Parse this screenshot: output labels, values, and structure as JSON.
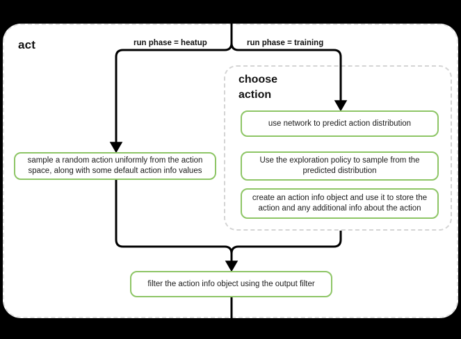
{
  "diagram": {
    "title": "act",
    "subgroup_title": "choose\naction",
    "edge_labels": {
      "left": "run phase = heatup",
      "right": "run phase = training"
    },
    "nodes": {
      "sample_random": "sample a random action uniformly from the action space, along with some default action info values",
      "use_network": "use network to predict action distribution",
      "exploration_policy": "Use the exploration policy to sample from the predicted distribution",
      "create_action_info": "create an action info object and use it to store the action and any additional info about the action",
      "filter_output": "filter the action info object using the output filter"
    },
    "colors": {
      "node_border": "#8dc565",
      "node_fill": "#ffffff",
      "container_border": "#e0e0e0",
      "subgroup_border": "#d4d4d4",
      "connector": "#000000",
      "canvas": "#ffffff",
      "page_background": "#000000",
      "text": "#1a1a1a"
    }
  }
}
